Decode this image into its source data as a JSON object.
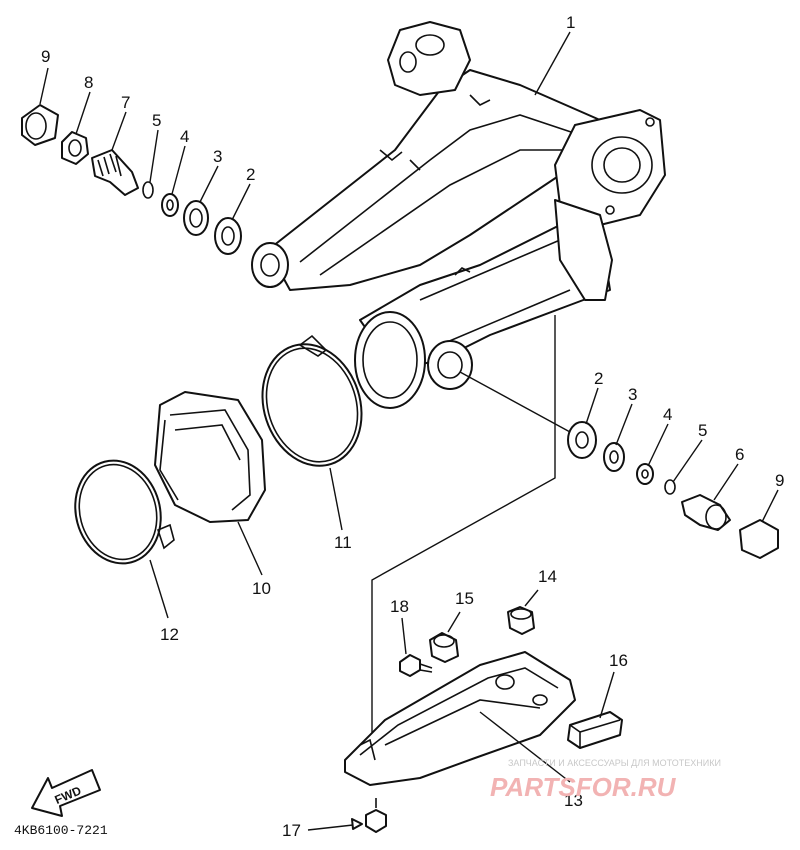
{
  "diagram": {
    "part_code": "4KB6100-7221",
    "direction_label": "FWD",
    "callouts": {
      "n1": "1",
      "n2a": "2",
      "n2b": "2",
      "n3a": "3",
      "n3b": "3",
      "n4a": "4",
      "n4b": "4",
      "n5a": "5",
      "n5b": "5",
      "n6": "6",
      "n7": "7",
      "n8": "8",
      "n9a": "9",
      "n9b": "9",
      "n10": "10",
      "n11": "11",
      "n12": "12",
      "n13": "13",
      "n14": "14",
      "n15": "15",
      "n16": "16",
      "n17": "17",
      "n18": "18"
    }
  },
  "watermark": {
    "tagline": "ЗАПЧАСТИ И АКСЕССУАРЫ ДЛЯ МОТОТЕХНИКИ",
    "brand": "PARTSFOR.RU",
    "brand_color": "#f2b3b3"
  }
}
